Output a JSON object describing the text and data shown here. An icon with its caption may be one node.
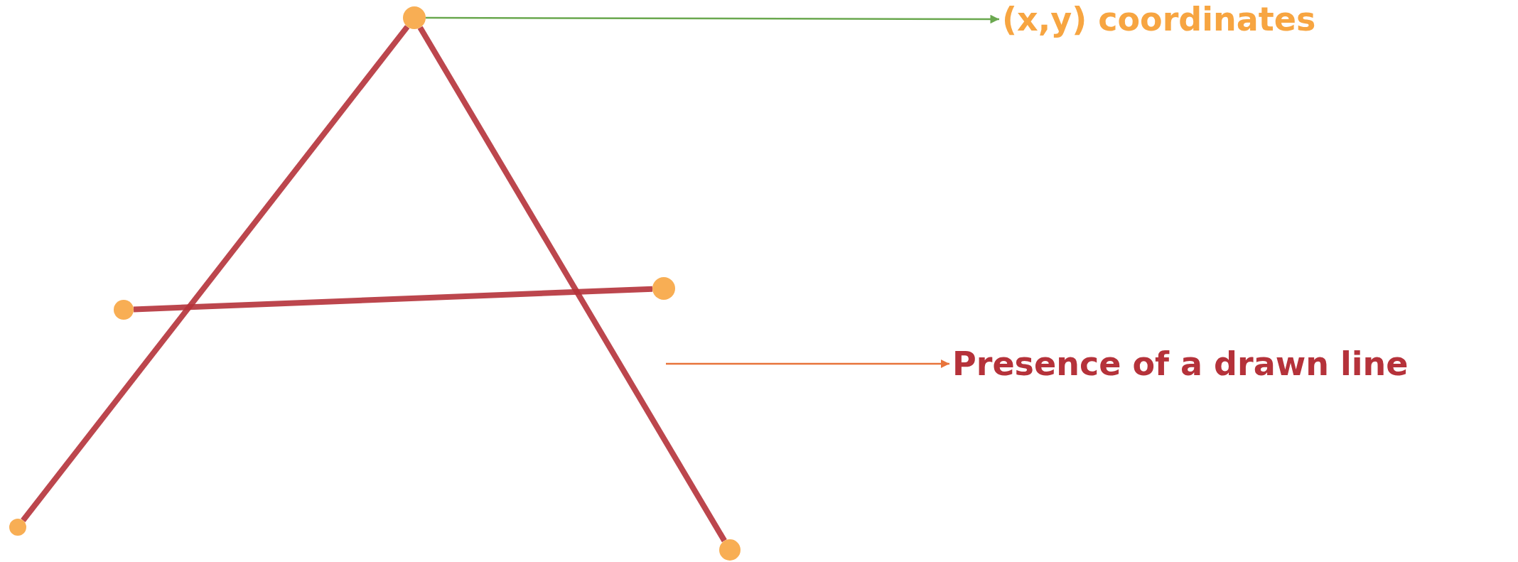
{
  "diagram": {
    "nodes": [
      {
        "text": [],
        "shape": "circle"
      },
      {
        "text": [],
        "shape": "circle"
      },
      {
        "text": [],
        "shape": "circle"
      },
      {
        "text": [],
        "shape": "circle"
      },
      {
        "text": [],
        "shape": "circle"
      },
      {
        "text": [
          "(x,y) coordinates"
        ]
      },
      {
        "text": [
          "Presence of a drawn line"
        ]
      }
    ],
    "edges": [
      {
        "from": 3,
        "to": 0,
        "arrow": "none"
      },
      {
        "from": 0,
        "to": 4,
        "arrow": "none"
      },
      {
        "from": 1,
        "to": 2,
        "arrow": "none"
      },
      {
        "from": 0,
        "to": 5,
        "arrow": "to",
        "color": "#6aa84f"
      },
      {
        "from": null,
        "to": 6,
        "arrow": "to",
        "color": "#e8743b"
      }
    ]
  }
}
